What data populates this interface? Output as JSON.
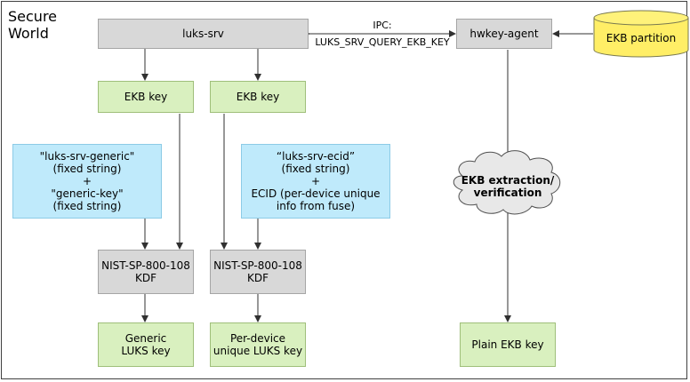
{
  "diagram": {
    "world_title": "Secure\nWorld",
    "nodes": {
      "luks_srv": "luks-srv",
      "hwkey_agent": "hwkey-agent",
      "ekb_partition": "EKB partition",
      "ekb_key_left": "EKB key",
      "ekb_key_right": "EKB key",
      "generic_input": "\"luks-srv-generic\"\n(fixed string)\n+\n\"generic-key\"\n(fixed string)",
      "ecid_input": "“luks-srv-ecid”\n(fixed string)\n+\nECID (per-device unique\ninfo from fuse)",
      "kdf_left": "NIST-SP-800-108\nKDF",
      "kdf_right": "NIST-SP-800-108\nKDF",
      "ekb_extraction": "EKB extraction/\nverification",
      "generic_luks_key": "Generic\nLUKS key",
      "per_device_luks_key": "Per-device\nunique LUKS key",
      "plain_ekb_key": "Plain EKB key"
    },
    "ipc": {
      "line1": "IPC:",
      "line2": "LUKS_SRV_QUERY_EKB_KEY"
    },
    "colors": {
      "gray": "#d8d8d8",
      "green": "#d9f0bf",
      "blue": "#bfeafb",
      "cylinder": "#ffee66",
      "line": "#303030"
    }
  }
}
